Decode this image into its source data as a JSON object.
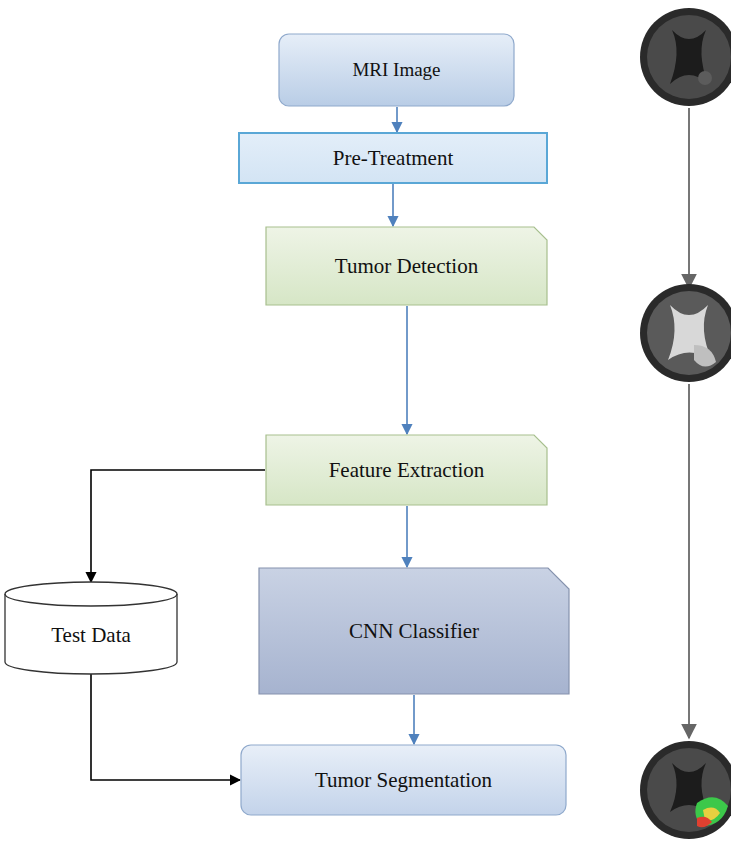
{
  "diagram": {
    "nodes": [
      {
        "text": [
          "MRI Image"
        ]
      },
      {
        "text": [
          "Pre-Treatment"
        ]
      },
      {
        "text": [
          "Tumor Detection"
        ]
      },
      {
        "text": [
          "Feature Extraction"
        ]
      },
      {
        "text": [
          "Test Data"
        ]
      },
      {
        "text": [
          "CNN Classifier"
        ]
      },
      {
        "text": [
          "Tumor Segmentation"
        ]
      }
    ],
    "edges": [
      {
        "from": 0,
        "to": 1,
        "arrow": "to"
      },
      {
        "from": 1,
        "to": 2,
        "arrow": "to"
      },
      {
        "from": 2,
        "to": 3,
        "arrow": "to"
      },
      {
        "from": 3,
        "to": 4,
        "arrow": "to"
      },
      {
        "from": 3,
        "to": 5,
        "arrow": "to"
      },
      {
        "from": 5,
        "to": 6,
        "arrow": "to"
      },
      {
        "from": 4,
        "to": 6,
        "arrow": "to"
      }
    ]
  }
}
